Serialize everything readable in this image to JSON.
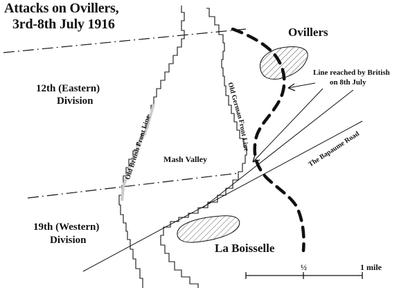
{
  "title": {
    "line1": "Attacks on Ovillers,",
    "line2": "3rd-8th July 1916"
  },
  "labels": {
    "ovillers": "Ovillers",
    "la_boisselle": "La Boisselle",
    "mash_valley": "Mash Valley",
    "eastern_division_1": "12th (Eastern)",
    "eastern_division_2": "Division",
    "western_division_1": "19th (Western)",
    "western_division_2": "Division",
    "british_line_1": "Line reached by British",
    "british_line_2": "on 8th July",
    "old_british_front": "Old British Front Line",
    "old_german_front_1": "Old German",
    "old_german_front_2": "Front Line",
    "bapaume_road": "The Bapaume Road"
  },
  "scale": {
    "half": "½",
    "one_mile": "1 mile"
  },
  "colors": {
    "ink": "#111111",
    "hatch": "#555555",
    "shade": "#dddddd",
    "background": "#ffffff"
  }
}
